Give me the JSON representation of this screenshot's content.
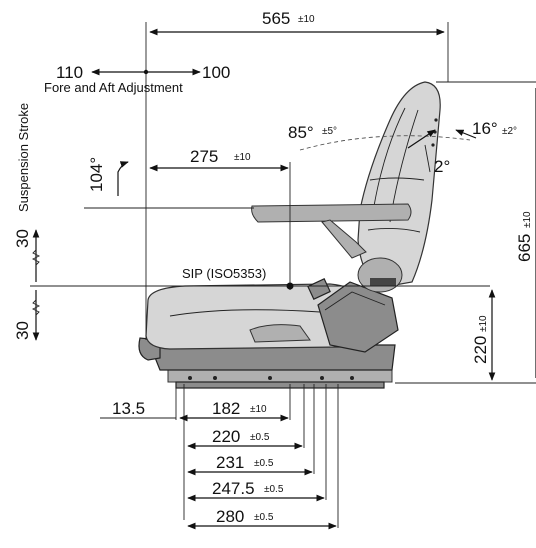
{
  "dims": {
    "overall_length": "565",
    "overall_length_tol": "±10",
    "fore_aft_min": "110",
    "fore_aft_max": "100",
    "fore_aft_label": "Fore and Aft Adjustment",
    "suspension_label": "Suspension Stroke",
    "susp_up": "30",
    "susp_down": "30",
    "backrest_angle": "85°",
    "backrest_angle_tol": "±5°",
    "backrest_tilt": "16°",
    "backrest_tilt_tol": "±2°",
    "armrest_tilt": "2°",
    "armrest_angle": "104°",
    "armrest_length": "275",
    "armrest_length_tol": "±10",
    "overall_height": "665",
    "overall_height_tol": "±10",
    "sip_label": "SIP (ISO5353)",
    "sip_height": "220",
    "sip_height_tol": "±10",
    "left_offset": "13.5",
    "mount_182": "182",
    "mount_182_tol": "±10",
    "mount_220": "220",
    "mount_220_tol": "±0.5",
    "mount_231": "231",
    "mount_231_tol": "±0.5",
    "mount_247": "247.5",
    "mount_247_tol": "±0.5",
    "mount_280": "280",
    "mount_280_tol": "±0.5"
  }
}
